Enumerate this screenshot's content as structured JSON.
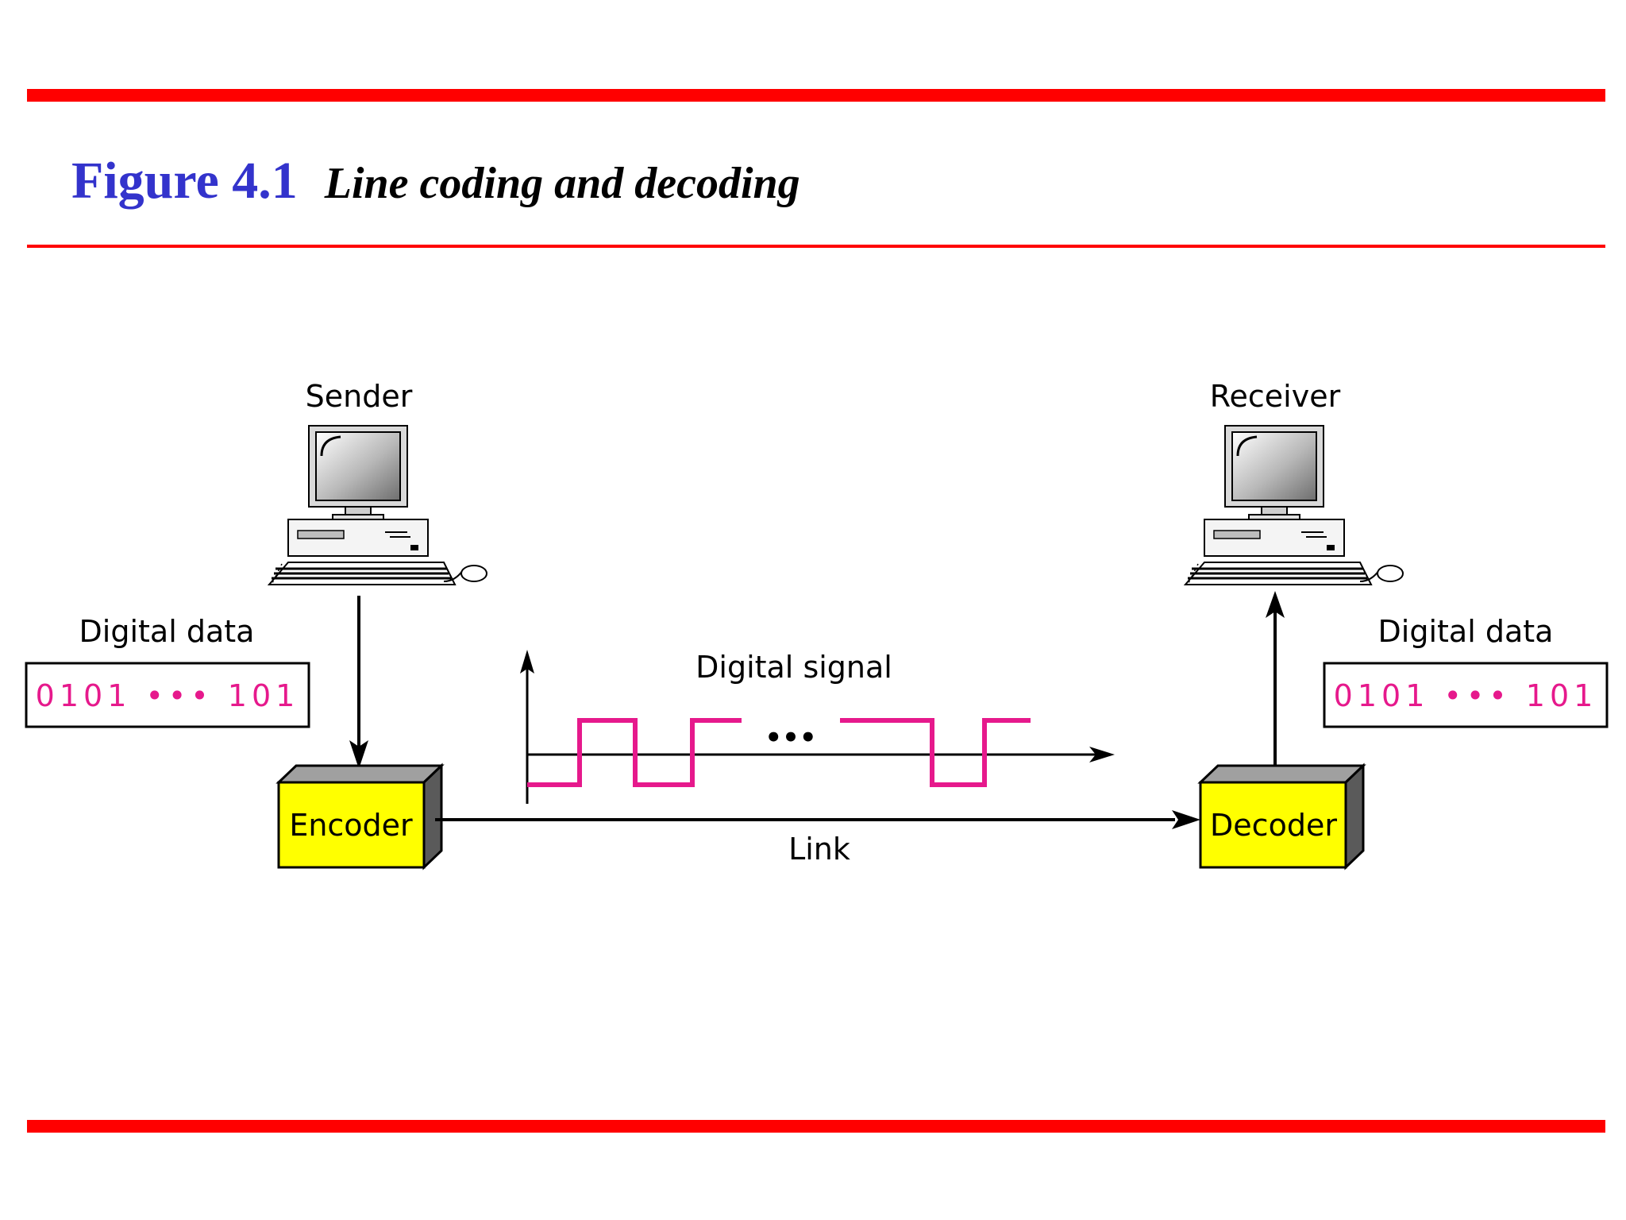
{
  "figure": {
    "number": "Figure 4.1",
    "caption": "Line coding and decoding"
  },
  "diagram": {
    "sender_label": "Sender",
    "receiver_label": "Receiver",
    "sender_data_label": "Digital data",
    "receiver_data_label": "Digital data",
    "sender_data_value": "0101 ••• 101",
    "receiver_data_value": "0101 ••• 101",
    "signal_label": "Digital signal",
    "signal_ellipsis": "•••",
    "encoder_label": "Encoder",
    "decoder_label": "Decoder",
    "link_label": "Link"
  },
  "colors": {
    "rule": "#ff0000",
    "figure_number": "#3333cc",
    "signal": "#e6198c",
    "data_text": "#e6198c",
    "codec_box": "#ffff00"
  },
  "icons": [
    "computer-icon",
    "arrow-icon"
  ]
}
